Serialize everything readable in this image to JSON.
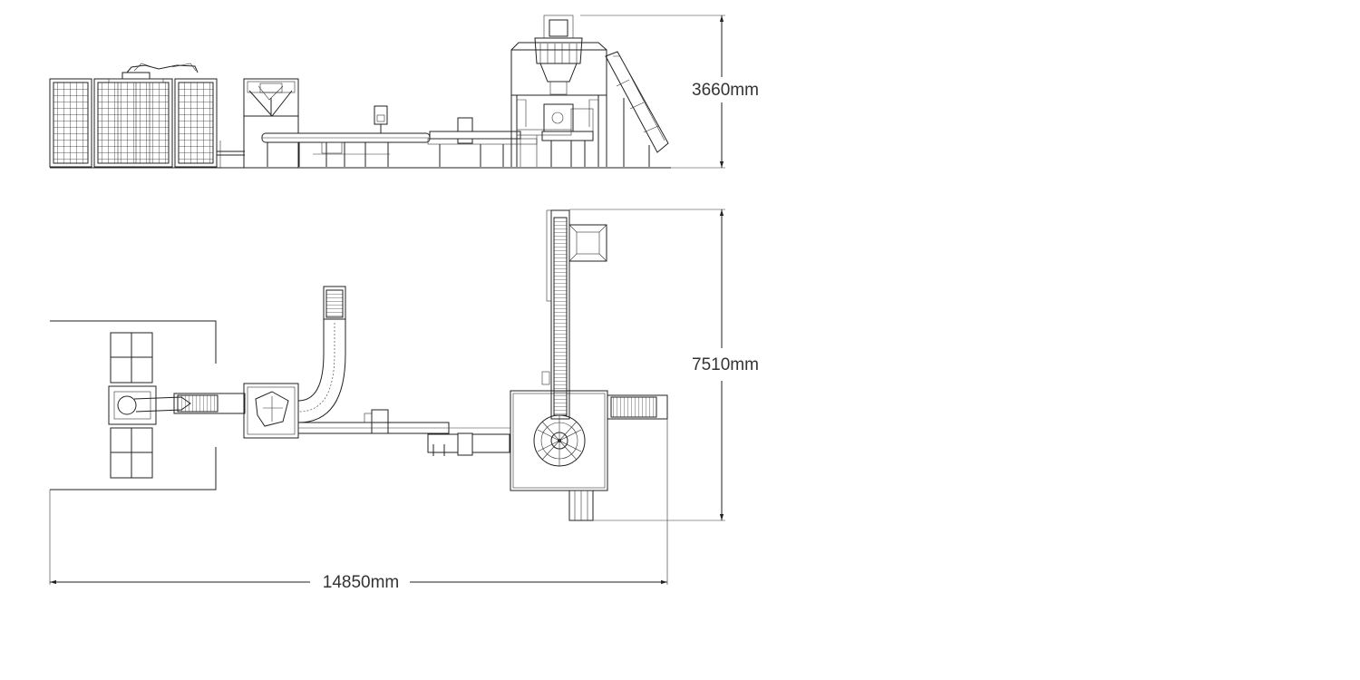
{
  "dimensions": {
    "height": "3660mm",
    "depth": "7510mm",
    "length": "14850mm"
  },
  "colors": {
    "line": "#222222",
    "background": "#ffffff",
    "text": "#333333"
  }
}
